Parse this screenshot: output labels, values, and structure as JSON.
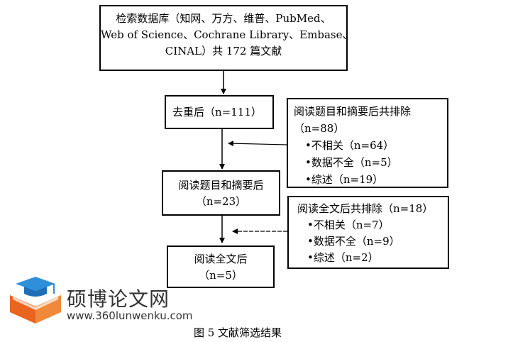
{
  "box_search": {
    "line1": "检索数据库（知网、万方、维普、PubMed、",
    "line2": "Web of Science、Cochrane Library、Embase、",
    "line3": "CINAL）共 172 篇文献"
  },
  "box_dedup": {
    "text": "去重后（n=111）"
  },
  "box_exclude1": {
    "line1": "阅读题目和摘要后共排除",
    "line2": "（n=88）",
    "items": [
      "•不相关（n=64）",
      "•数据不全（n=5）",
      "•综述（n=19）"
    ]
  },
  "box_abstract": {
    "line1": "阅读题目和摘要后",
    "line2": "（n=23）"
  },
  "box_exclude2": {
    "line1": "阅读全文后共排除（n=18）",
    "items": [
      "•不相关（n=7）",
      "•数据不全（n=9）",
      "•综述（n=2）"
    ]
  },
  "box_fulltext": {
    "line1": "阅读全文后",
    "line2": "（n=5）"
  },
  "watermark": {
    "name": "硕博论文网",
    "url": "www.360lunwenku.com"
  },
  "caption": "图 5  文献筛选结果"
}
